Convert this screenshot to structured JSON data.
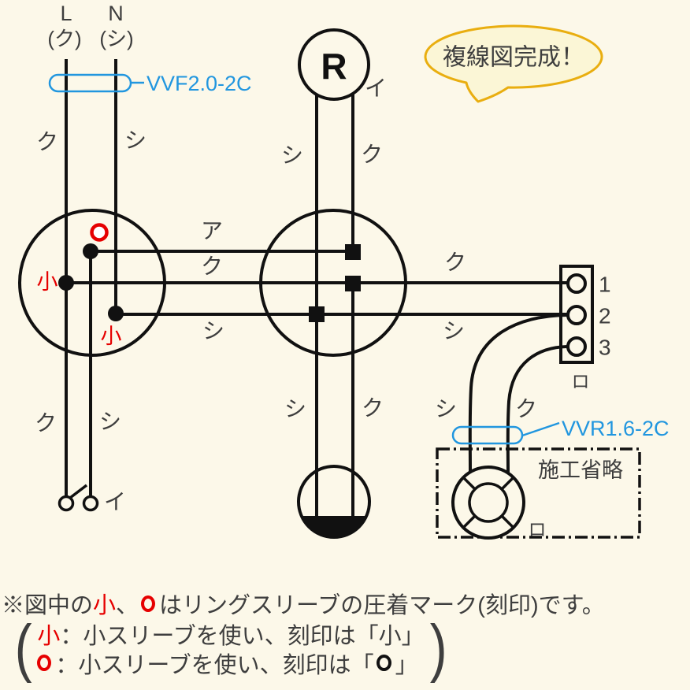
{
  "colors": {
    "background": "#FCF8E9",
    "wire": "#111111",
    "text_gray": "#3E3E3E",
    "crimp_red": "#E60000",
    "cable_blue": "#2196DF",
    "bubble_fill": "#FBF6D6",
    "bubble_border": "#E9AE10"
  },
  "source": {
    "l": "L",
    "n": "N",
    "l_color": "(ク)",
    "n_color": "(シ)"
  },
  "cables": {
    "vvf": "VVF2.0-2C",
    "vvr": "VVR1.6-2C"
  },
  "bubble": {
    "text": "複線図完成！"
  },
  "labels": {
    "top_l_wire": "ク",
    "top_n_wire": "シ",
    "between_red": "ア",
    "between_black": "ク",
    "between_white": "シ",
    "right_black": "ク",
    "right_white": "シ",
    "r_white": "シ",
    "r_black": "ク",
    "ceiling_white": "シ",
    "ceiling_black": "ク",
    "switch_black": "ク",
    "switch_white": "シ",
    "outdoor_white": "シ",
    "outdoor_black": "ク"
  },
  "crimp": {
    "small": "小"
  },
  "receptacle": {
    "letter": "R",
    "tag": "イ"
  },
  "switch": {
    "tag": "イ"
  },
  "terminal_block": {
    "t1": "1",
    "t2": "2",
    "t3": "3",
    "tag": "ロ"
  },
  "outdoor": {
    "caption": "施工省略",
    "tag": "ロ"
  },
  "annotation": {
    "line1_pre": "※図中の",
    "line1_small": "小",
    "line1_comma": "、",
    "line1_post": "はリングスリーブの圧着マーク(刻印)です。",
    "line2_small": "小",
    "line2_text": "：小スリーブを使い、刻印は「小」",
    "line3_text": "：小スリーブを使い、刻印は「",
    "line3_close": "」"
  }
}
